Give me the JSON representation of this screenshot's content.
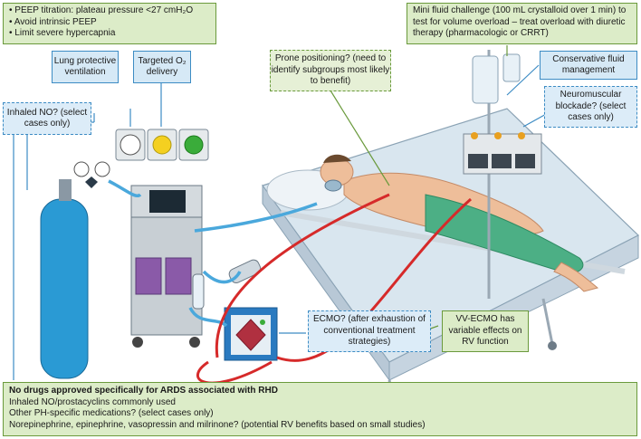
{
  "peep_box": {
    "items": [
      "PEEP titration: plateau pressure <27 cmH₂O",
      "Avoid intrinsic PEEP",
      "Limit severe hypercapnia"
    ]
  },
  "lung_protective": "Lung protective ventilation",
  "targeted_o2": "Targeted O₂ delivery",
  "inhaled_no": "Inhaled NO? (select cases only)",
  "prone": "Prone positioning? (need to identify subgroups most likely to benefit)",
  "mini_fluid": "Mini fluid challenge (100 mL crystalloid over 1 min) to test for volume overload – treat overload with diuretic therapy (pharmacologic or CRRT)",
  "conservative_fluid": "Conservative fluid management",
  "neuromuscular": "Neuromuscular blockade? (select cases only)",
  "ecmo_question": "ECMO? (after exhaustion of conventional treatment strategies)",
  "vv_ecmo": "VV-ECMO has variable effects on RV function",
  "bottom_box": {
    "title": "No drugs approved specifically for ARDS associated with RHD",
    "lines": [
      "Inhaled NO/prostacyclins commonly used",
      "Other PH-specific medications? (select cases only)",
      "Norepinephrine, epinephrine, vasopressin and milrinone? (potential RV benefits based on small studies)"
    ]
  },
  "colors": {
    "green_fill": "#dcecc8",
    "green_border": "#6a9a3c",
    "blue_fill": "#d6e9f6",
    "blue_border": "#3d8cc4",
    "circuit_red": "#d62a2a",
    "circuit_blue": "#4aa8dc",
    "cylinder": "#2a9ad4",
    "scrubs": "#4caf85"
  }
}
